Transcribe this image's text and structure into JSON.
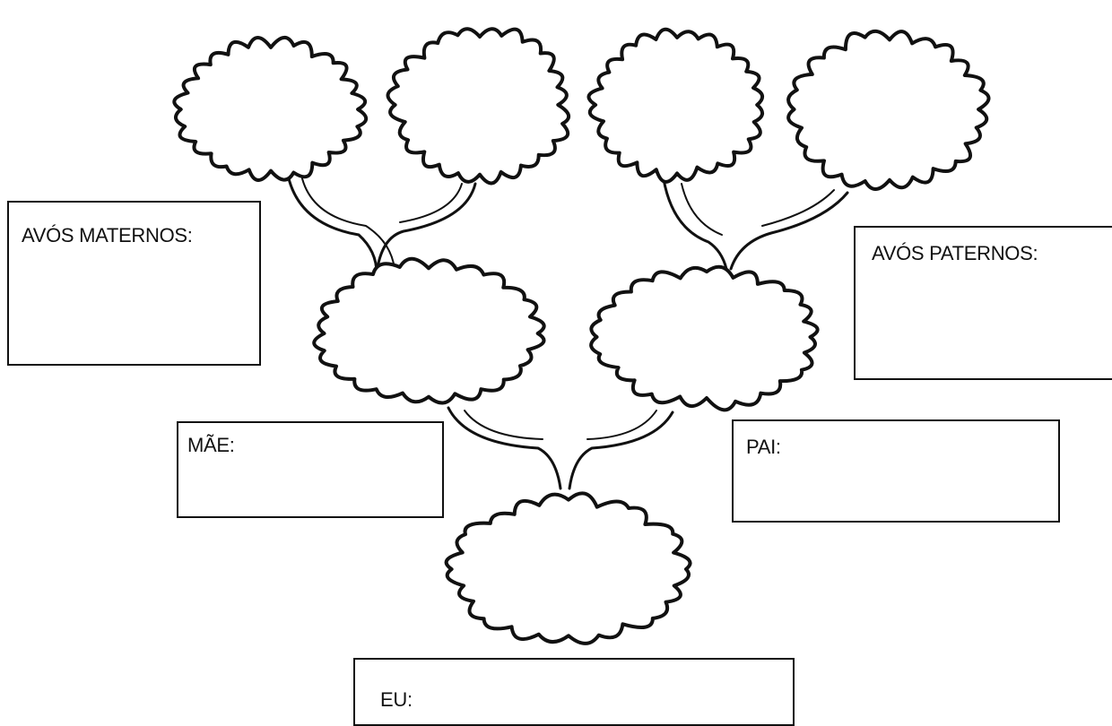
{
  "worksheet": {
    "labels": {
      "avos_maternos": "AVÓS MATERNOS:",
      "avos_paternos": "AVÓS PATERNOS:",
      "mae": "MÃE:",
      "pai": "PAI:",
      "eu": "EU:"
    },
    "line_color": "#111111",
    "background_color": "#ffffff"
  }
}
